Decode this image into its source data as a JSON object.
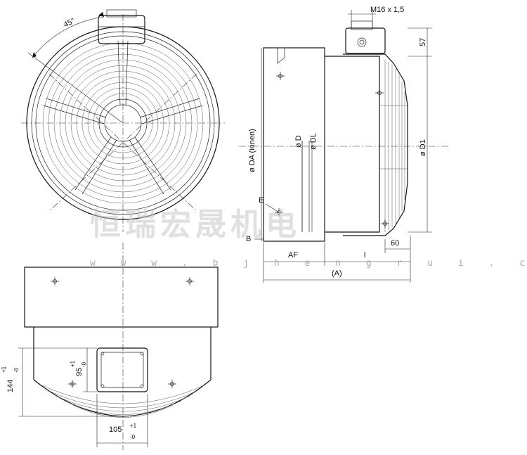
{
  "labels": {
    "angle": "45°",
    "thread": "M16 x 1,5",
    "h57": "57",
    "dia_da": "ø DA (innen)",
    "dia_d": "ø D",
    "dia_dl": "ø DL",
    "dia_d1": "ø D1",
    "e": "E",
    "b": "B",
    "af": "AF",
    "l": "l",
    "d60": "60",
    "a": "(A)",
    "h144": "144",
    "h144_tol_plus": "+1",
    "h144_tol_minus": "-0",
    "h95": "95",
    "h95_tol_plus": "+1",
    "h95_tol_minus": "-0",
    "w105": "105",
    "w105_tol_plus": "+1",
    "w105_tol_minus": "-0"
  },
  "watermark": {
    "name": "恒瑞宏晟机电",
    "url": "w w w . b j h e n g r u i . c n"
  },
  "colors": {
    "line": "#111111",
    "watermark": "#c8c8c8"
  }
}
